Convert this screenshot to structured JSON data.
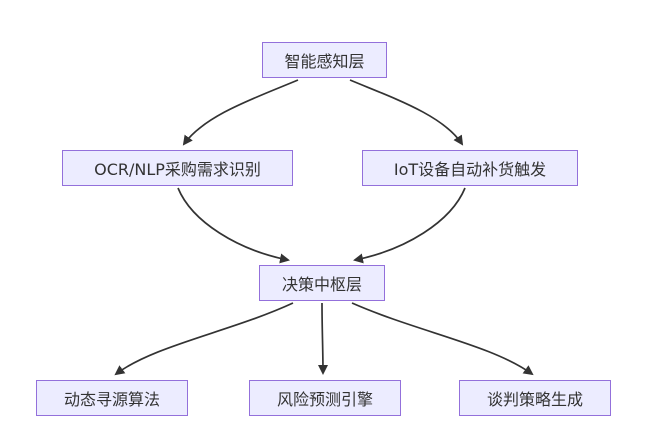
{
  "diagram": {
    "type": "flowchart",
    "direction": "top-down",
    "nodes": [
      {
        "id": "perception",
        "label": "智能感知层"
      },
      {
        "id": "ocr-nlp",
        "label": "OCR/NLP采购需求识别"
      },
      {
        "id": "iot",
        "label": "IoT设备自动补货触发"
      },
      {
        "id": "decision",
        "label": "决策中枢层"
      },
      {
        "id": "sourcing",
        "label": "动态寻源算法"
      },
      {
        "id": "risk",
        "label": "风险预测引擎"
      },
      {
        "id": "negotiation",
        "label": "谈判策略生成"
      }
    ],
    "edges": [
      {
        "from": "perception",
        "to": "ocr-nlp"
      },
      {
        "from": "perception",
        "to": "iot"
      },
      {
        "from": "ocr-nlp",
        "to": "decision"
      },
      {
        "from": "iot",
        "to": "decision"
      },
      {
        "from": "decision",
        "to": "sourcing"
      },
      {
        "from": "decision",
        "to": "risk"
      },
      {
        "from": "decision",
        "to": "negotiation"
      }
    ],
    "colors": {
      "node_fill": "#ECECFF",
      "node_border": "#9370DB",
      "text": "#333333",
      "arrow": "#333333",
      "background": "#FFFFFF"
    }
  }
}
